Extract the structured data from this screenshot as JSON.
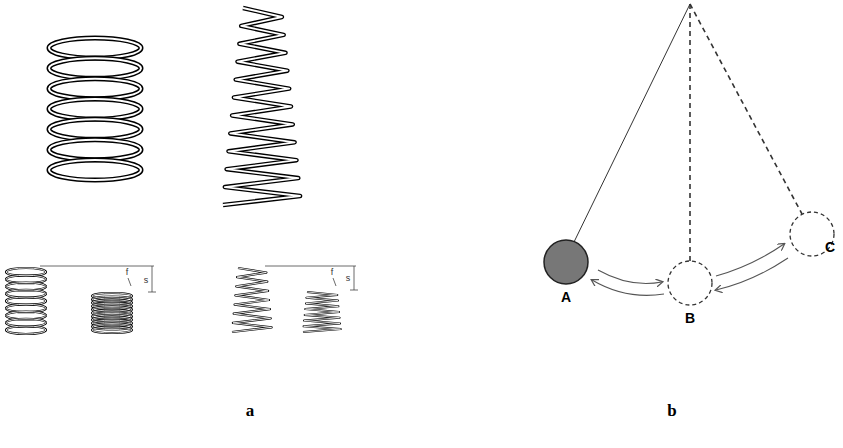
{
  "diagram": {
    "labels": [
      "a",
      "b",
      "A",
      "B",
      "C",
      "f",
      "s",
      "f",
      "s"
    ]
  }
}
